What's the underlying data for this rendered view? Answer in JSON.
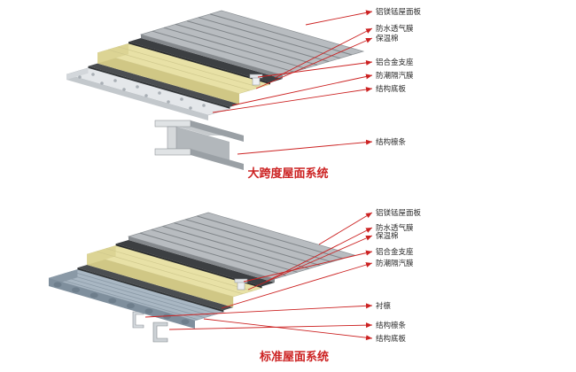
{
  "page": {
    "background": "#ffffff"
  },
  "colors": {
    "accent_red": "#cc2222",
    "label_text": "#2b2b2b",
    "metal_panel": "#b8bcc0",
    "membrane_dark": "#3c3f42",
    "insulation_yellow": "#e8e1a6",
    "deck_gray": "#e4e7ea",
    "corrugated_blue_gray": "#a9b7c3"
  },
  "diagrams": [
    {
      "id": "large-span",
      "title": "大跨度屋面系统",
      "labels": [
        {
          "text": "铝镁锰屋面板"
        },
        {
          "text": "防水透气膜"
        },
        {
          "text": "保温棉"
        },
        {
          "text": "铝合金支座"
        },
        {
          "text": "防潮隔汽膜"
        },
        {
          "text": "结构底板"
        },
        {
          "text": "结构檩条"
        }
      ]
    },
    {
      "id": "standard",
      "title": "标准屋面系统",
      "labels": [
        {
          "text": "铝镁锰屋面板"
        },
        {
          "text": "防水透气膜"
        },
        {
          "text": "保温棉"
        },
        {
          "text": "铝合金支座"
        },
        {
          "text": "防潮隔汽膜"
        },
        {
          "text": "衬檩"
        },
        {
          "text": "结构檩条"
        },
        {
          "text": "结构底板"
        }
      ]
    }
  ]
}
